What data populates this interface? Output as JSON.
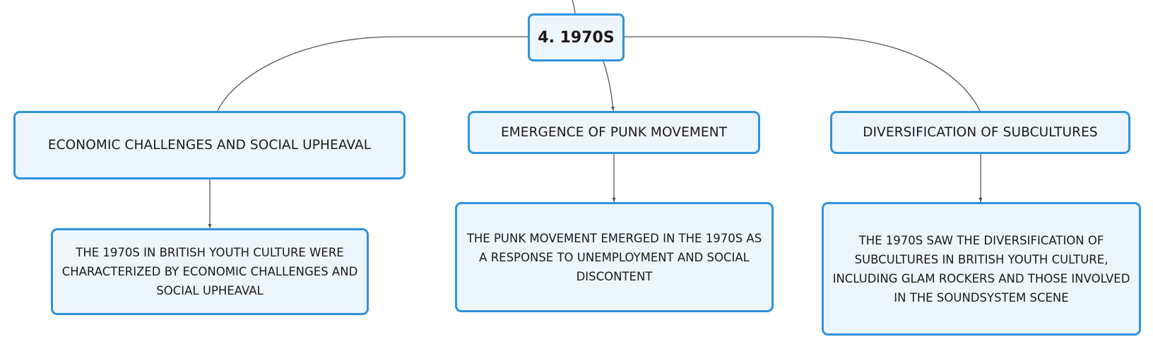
{
  "diagram": {
    "root": {
      "label": "4. 1970S"
    },
    "branches": [
      {
        "id": "economic",
        "label": "ECONOMIC CHALLENGES AND SOCIAL UPHEAVAL",
        "detail": "THE 1970S IN BRITISH YOUTH CULTURE WERE CHARACTERIZED BY ECONOMIC CHALLENGES AND SOCIAL UPHEAVAL"
      },
      {
        "id": "punk",
        "label": "EMERGENCE OF PUNK MOVEMENT",
        "detail": "THE PUNK MOVEMENT EMERGED IN THE 1970S AS A RESPONSE TO UNEMPLOYMENT AND SOCIAL DISCONTENT"
      },
      {
        "id": "diverse",
        "label": "DIVERSIFICATION OF SUBCULTURES",
        "detail": "THE 1970S SAW THE DIVERSIFICATION OF SUBCULTURES IN BRITISH YOUTH CULTURE, INCLUDING GLAM ROCKERS AND THOSE INVOLVED IN THE SOUNDSYSTEM SCENE"
      }
    ],
    "colors": {
      "node_border": "#2f93dd",
      "node_fill": "#eef6fd",
      "connector": "#555555",
      "text": "#1a1a1a"
    }
  }
}
